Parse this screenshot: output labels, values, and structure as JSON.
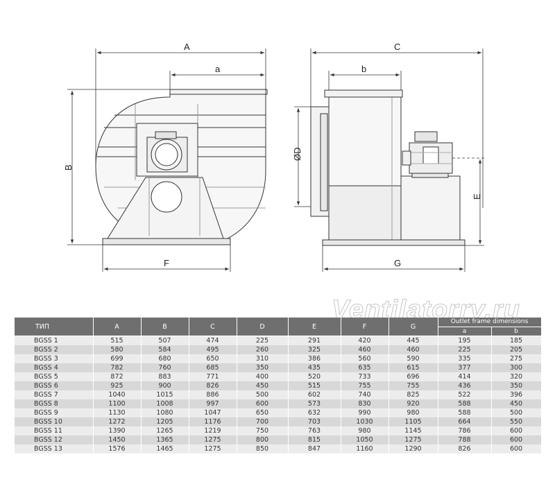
{
  "drawing": {
    "dimension_labels": {
      "A": "A",
      "a": "a",
      "B": "B",
      "F": "F",
      "C": "C",
      "b": "b",
      "D": "ØD",
      "E": "E",
      "G": "G"
    },
    "line_color": "#333333",
    "fill_color": "#f7f7f7",
    "shade_color": "#e6e6e6"
  },
  "watermark": "Ventilatorry.ru",
  "table": {
    "header_bg": "#6f6f6f",
    "type_header": "ТИП",
    "columns": [
      "A",
      "B",
      "C",
      "D",
      "E",
      "F",
      "G"
    ],
    "group_header": "Outlet frame dimensions",
    "sub_columns": [
      "a",
      "b"
    ],
    "rows": [
      {
        "type": "BGSS 1",
        "A": "515",
        "B": "507",
        "C": "474",
        "D": "225",
        "E": "291",
        "F": "420",
        "G": "445",
        "a": "195",
        "b": "185"
      },
      {
        "type": "BGSS 2",
        "A": "580",
        "B": "584",
        "C": "495",
        "D": "260",
        "E": "325",
        "F": "460",
        "G": "460",
        "a": "225",
        "b": "205"
      },
      {
        "type": "BGSS 3",
        "A": "699",
        "B": "680",
        "C": "650",
        "D": "310",
        "E": "386",
        "F": "560",
        "G": "590",
        "a": "335",
        "b": "275"
      },
      {
        "type": "BGSS 4",
        "A": "782",
        "B": "760",
        "C": "685",
        "D": "350",
        "E": "435",
        "F": "635",
        "G": "615",
        "a": "377",
        "b": "300"
      },
      {
        "type": "BGSS 5",
        "A": "872",
        "B": "883",
        "C": "771",
        "D": "400",
        "E": "520",
        "F": "733",
        "G": "696",
        "a": "414",
        "b": "320"
      },
      {
        "type": "BGSS 6",
        "A": "925",
        "B": "900",
        "C": "826",
        "D": "450",
        "E": "515",
        "F": "755",
        "G": "755",
        "a": "436",
        "b": "350"
      },
      {
        "type": "BGSS 7",
        "A": "1040",
        "B": "1015",
        "C": "886",
        "D": "500",
        "E": "602",
        "F": "740",
        "G": "825",
        "a": "522",
        "b": "396"
      },
      {
        "type": "BGSS 8",
        "A": "1100",
        "B": "1008",
        "C": "997",
        "D": "600",
        "E": "573",
        "F": "830",
        "G": "920",
        "a": "588",
        "b": "450"
      },
      {
        "type": "BGSS 9",
        "A": "1130",
        "B": "1080",
        "C": "1047",
        "D": "650",
        "E": "632",
        "F": "990",
        "G": "980",
        "a": "588",
        "b": "500"
      },
      {
        "type": "BGSS 10",
        "A": "1272",
        "B": "1205",
        "C": "1176",
        "D": "700",
        "E": "703",
        "F": "1030",
        "G": "1105",
        "a": "664",
        "b": "550"
      },
      {
        "type": "BGSS 11",
        "A": "1390",
        "B": "1265",
        "C": "1219",
        "D": "750",
        "E": "763",
        "F": "980",
        "G": "1145",
        "a": "786",
        "b": "600"
      },
      {
        "type": "BGSS 12",
        "A": "1450",
        "B": "1365",
        "C": "1275",
        "D": "800",
        "E": "815",
        "F": "1050",
        "G": "1275",
        "a": "788",
        "b": "600"
      },
      {
        "type": "BGSS 13",
        "A": "1576",
        "B": "1465",
        "C": "1275",
        "D": "850",
        "E": "847",
        "F": "1160",
        "G": "1290",
        "a": "826",
        "b": "600"
      }
    ]
  }
}
